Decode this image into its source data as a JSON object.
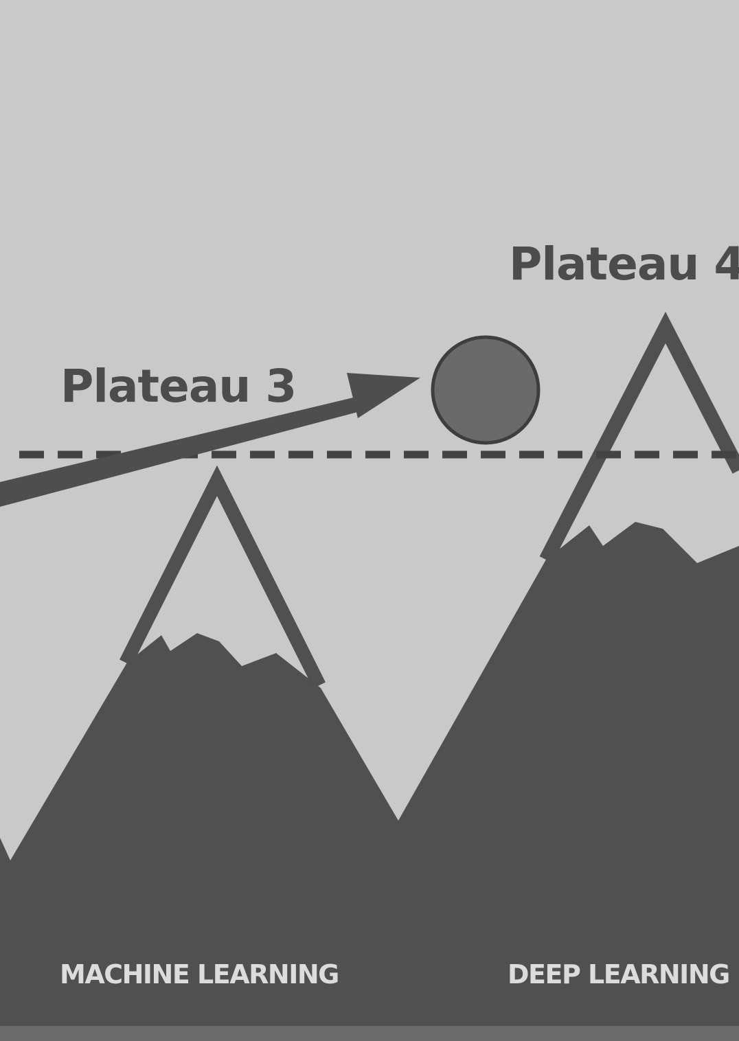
{
  "labels": {
    "plateau_3": "Plateau 3",
    "plateau_4": "Plateau 4",
    "machine_learning": "MACHINE LEARNING",
    "deep_learning": "DEEP LEARNING"
  },
  "colors": {
    "background": "#c9c9c9",
    "mountain": "#505050",
    "outline": "#505050",
    "arrow": "#4e4e4e",
    "ball_fill": "#6a6a6a",
    "ball_stroke": "#3e3e3e",
    "dashed_line": "#444444",
    "text_dark": "#4c4c4c",
    "text_light": "#dcdcdc",
    "bottom_strip": "#6b6b6b"
  },
  "icons": {
    "arrow": "arrow-right-icon",
    "ball": "ball-icon"
  }
}
